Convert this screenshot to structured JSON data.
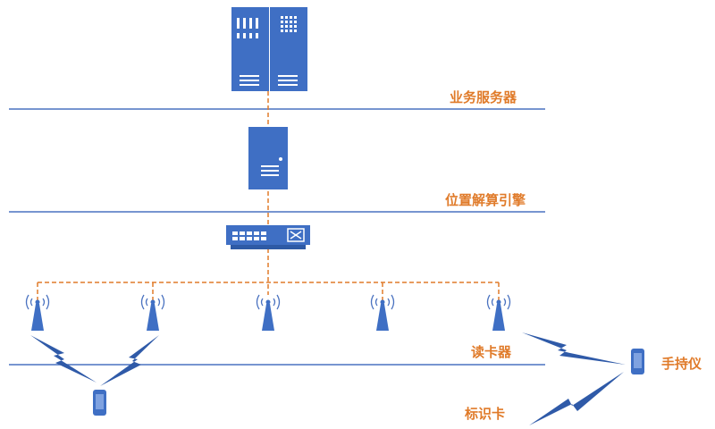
{
  "layers": {
    "business_server": "业务服务器",
    "location_engine": "位置解算引擎",
    "reader": "读卡器"
  },
  "devices": {
    "tag_card": "标识卡",
    "handheld": "手持仪"
  },
  "colors": {
    "device_blue": "#3f6fc4",
    "line_blue": "#4a72c0",
    "label_orange": "#e07b2a",
    "wave_blue": "#2f5aa8"
  }
}
